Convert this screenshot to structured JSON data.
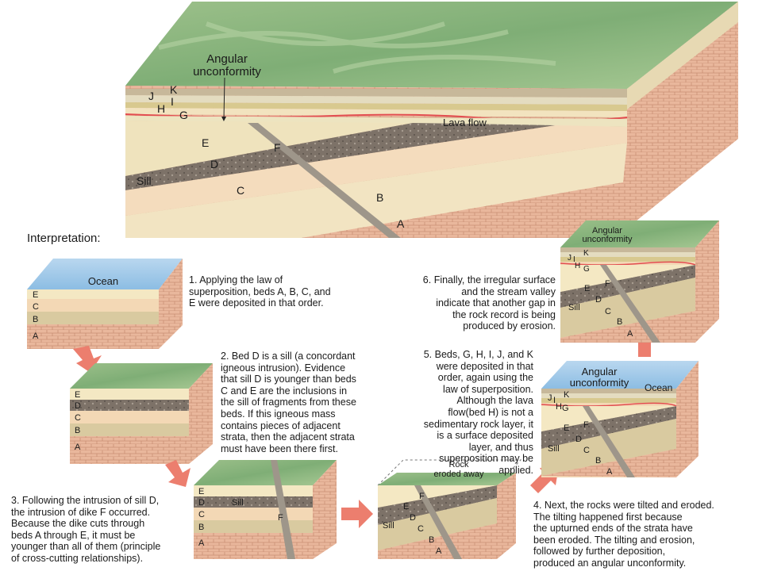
{
  "main_block": {
    "angular_unconformity": [
      "Angular",
      "unconformity"
    ],
    "lava_flow": "Lava flow",
    "beds": {
      "K": "K",
      "J": "J",
      "I": "I",
      "H": "H",
      "G": "G",
      "E": "E",
      "F": "F",
      "D": "D",
      "C": "C",
      "B": "B",
      "A": "A",
      "sill": "Sill"
    }
  },
  "interpretation_heading": "Interpretation:",
  "block1": {
    "ocean": "Ocean",
    "E": "E",
    "C": "C",
    "B": "B",
    "A": "A"
  },
  "block2": {
    "E": "E",
    "D": "D",
    "C": "C",
    "B": "B",
    "A": "A"
  },
  "block3": {
    "E": "E",
    "D": "D",
    "C": "C",
    "B": "B",
    "A": "A",
    "sill": "Sill",
    "F": "F"
  },
  "block4": {
    "rock_eroded": [
      "Rock",
      "eroded away"
    ],
    "E": "E",
    "F": "F",
    "D": "D",
    "C": "C",
    "B": "B",
    "A": "A",
    "sill": "Sill"
  },
  "block5": {
    "angular_unconformity": [
      "Angular",
      "unconformity"
    ],
    "ocean": "Ocean",
    "K": "K",
    "J": "J",
    "I": "I",
    "H": "H",
    "G": "G",
    "E": "E",
    "F": "F",
    "D": "D",
    "C": "C",
    "B": "B",
    "A": "A",
    "sill": "Sill"
  },
  "block6": {
    "angular_unconformity": [
      "Angular",
      "unconformity"
    ],
    "K": "K",
    "J": "J",
    "I": "I",
    "H": "H",
    "G": "G",
    "E": "E",
    "F": "F",
    "D": "D",
    "C": "C",
    "B": "B",
    "A": "A",
    "sill": "Sill"
  },
  "steps": {
    "s1": [
      "1. Applying the law of",
      "superposition, beds A, B, C, and",
      "E were deposited in that order."
    ],
    "s2": [
      "2. Bed D is a sill (a concordant",
      "igneous intrusion). Evidence",
      "that sill D is younger than beds",
      "C and E are the inclusions in",
      "the sill of fragments from these",
      "beds. If this igneous mass",
      "contains pieces of adjacent",
      "strata, then the adjacent strata",
      "must have been there first."
    ],
    "s3": [
      "3. Following the intrusion of sill D,",
      "the intrusion of dike F occurred.",
      "Because the dike cuts through",
      "beds A through E, it must be",
      "younger than all of them (principle",
      "of cross-cutting relationships)."
    ],
    "s4": [
      "4. Next, the rocks were tilted and eroded.",
      "The tilting happened first because",
      "the upturned ends of the strata have",
      "been eroded. The tilting and erosion,",
      "followed by further deposition,",
      "produced an angular unconformity."
    ],
    "s5": [
      "5. Beds, G, H, I, J, and K",
      "were deposited in that",
      "order, again using the",
      "law of superposition.",
      "Although the lava",
      "flow(bed H) is not a",
      "sedimentary rock layer, it",
      "is a surface deposited",
      "layer, and thus",
      "superposition may be",
      "applied."
    ],
    "s6": [
      "6. Finally, the irregular surface",
      "and the stream valley",
      "indicate that another gap in",
      "the rock record is being",
      "produced by erosion."
    ]
  }
}
